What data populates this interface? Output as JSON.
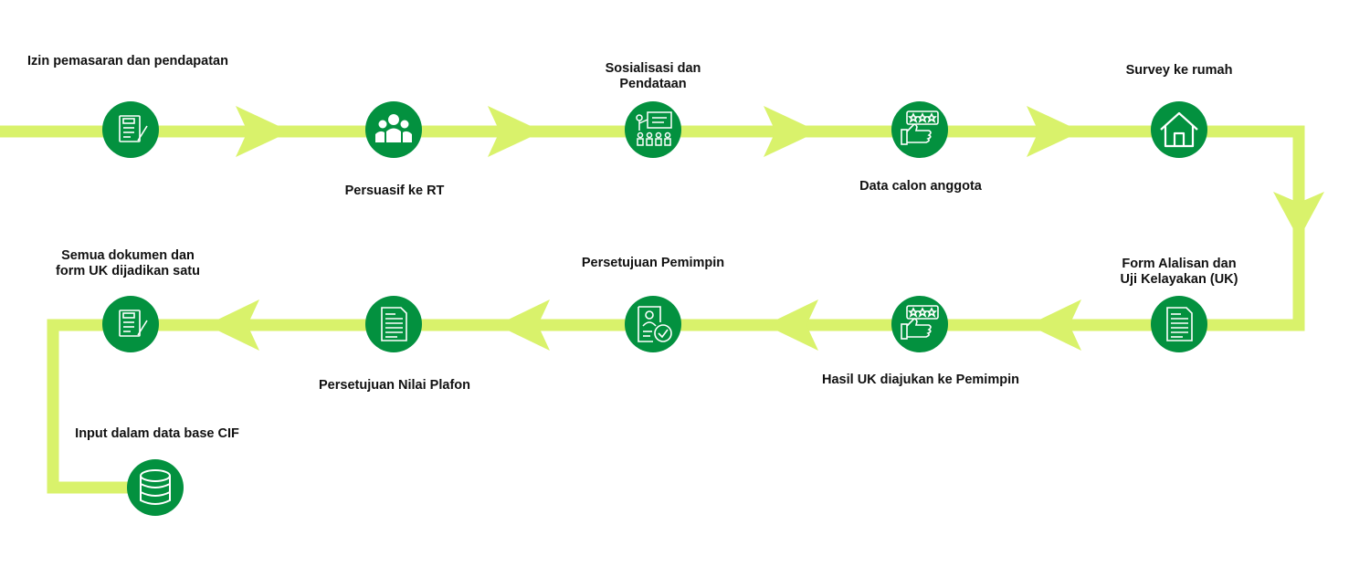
{
  "colors": {
    "path": "#d9f26b",
    "node": "#03913f",
    "icon": "#ffffff",
    "text": "#111111"
  },
  "steps": [
    {
      "label": "Izin pemasaran dan pendapatan",
      "icon": "test-form-icon"
    },
    {
      "label": "Persuasif ke RT",
      "icon": "group-people-icon"
    },
    {
      "label": "Sosialisasi dan\nPendataan",
      "icon": "presentation-icon"
    },
    {
      "label": "Data calon anggota",
      "icon": "rating-thumbs-up-icon"
    },
    {
      "label": "Survey ke rumah",
      "icon": "house-icon"
    },
    {
      "label": "Form Alalisan dan\nUji Kelayakan (UK)",
      "icon": "document-icon"
    },
    {
      "label": "Hasil UK diajukan ke Pemimpin",
      "icon": "rating-thumbs-up-icon"
    },
    {
      "label": "Persetujuan Pemimpin",
      "icon": "approved-profile-icon"
    },
    {
      "label": "Persetujuan Nilai Plafon",
      "icon": "document-icon"
    },
    {
      "label": "Semua dokumen dan\nform UK dijadikan satu",
      "icon": "test-form-icon"
    },
    {
      "label": "Input dalam data base CIF",
      "icon": "database-icon"
    }
  ]
}
